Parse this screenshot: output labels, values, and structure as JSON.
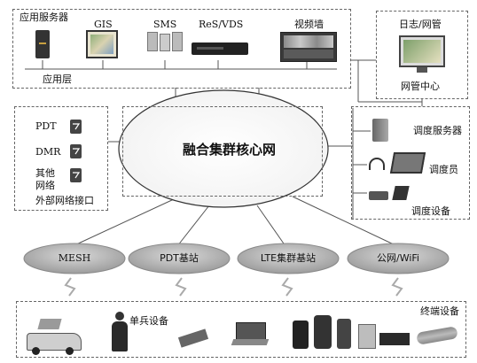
{
  "app_layer": {
    "label": "应用层",
    "items": [
      {
        "label": "应用服务器"
      },
      {
        "label": "GIS"
      },
      {
        "label": "SMS"
      },
      {
        "label": "ReS/VDS"
      },
      {
        "label": "视频墙"
      }
    ]
  },
  "nms": {
    "title": "日志/网管",
    "center_label": "网管中心"
  },
  "core": {
    "label": "融合集群核心网"
  },
  "external": {
    "label": "外部网络接口",
    "items": [
      {
        "label": "PDT"
      },
      {
        "label": "DMR"
      },
      {
        "label": "其他"
      },
      {
        "label": "网络"
      }
    ]
  },
  "dispatch": {
    "items": [
      {
        "label": "调度服务器"
      },
      {
        "label": "调度员"
      },
      {
        "label": "调度设备"
      }
    ]
  },
  "access": {
    "items": [
      {
        "label": "MESH"
      },
      {
        "label": "PDT基站"
      },
      {
        "label": "LTE集群基站"
      },
      {
        "label": "公网/WiFi"
      }
    ]
  },
  "terminals": {
    "title": "终端设备",
    "soldier_label": "单兵设备"
  },
  "colors": {
    "line": "#555555",
    "dash": "#666666",
    "access_fill": "#b8b8b8"
  }
}
